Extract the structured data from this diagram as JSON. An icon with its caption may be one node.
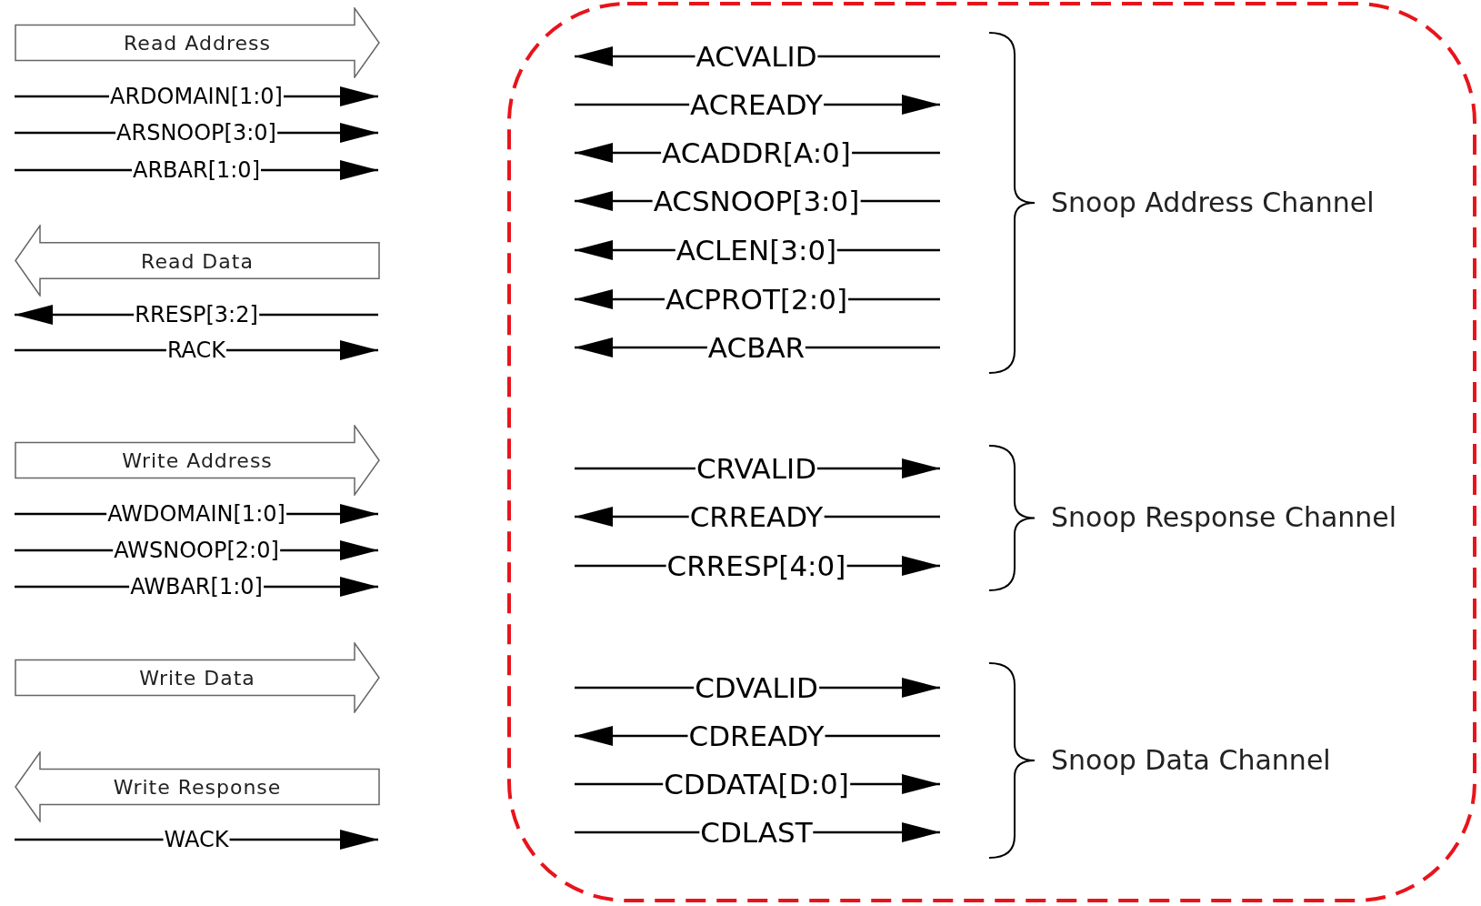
{
  "diagram": {
    "nodes": [
      {
        "text": [
          "Read Address"
        ]
      },
      {
        "text": [
          "Read Data"
        ]
      },
      {
        "text": [
          "Write Address"
        ]
      },
      {
        "text": [
          "Write Data"
        ]
      },
      {
        "text": [
          "Write Response"
        ]
      }
    ],
    "edges": [],
    "labels": [
      "ARDOMAIN[1:0]",
      "ARSNOOP[3:0]",
      "ARBAR[1:0]",
      "RRESP[3:2]",
      "RACK",
      "AWDOMAIN[1:0]",
      "AWSNOOP[2:0]",
      "AWBAR[1:0]",
      "WACK",
      "ACVALID",
      "ACREADY",
      "ACADDR[A:0]",
      "ACSNOOP[3:0]",
      "ACLEN[3:0]",
      "ACPROT[2:0]",
      "ACBAR",
      "Snoop Address Channel",
      "CRVALID",
      "CRREADY",
      "CRRESP[4:0]",
      "Snoop Response Channel",
      "CDVALID",
      "CDREADY",
      "CDDATA[D:0]",
      "CDLAST",
      "Snoop Data Channel"
    ]
  }
}
